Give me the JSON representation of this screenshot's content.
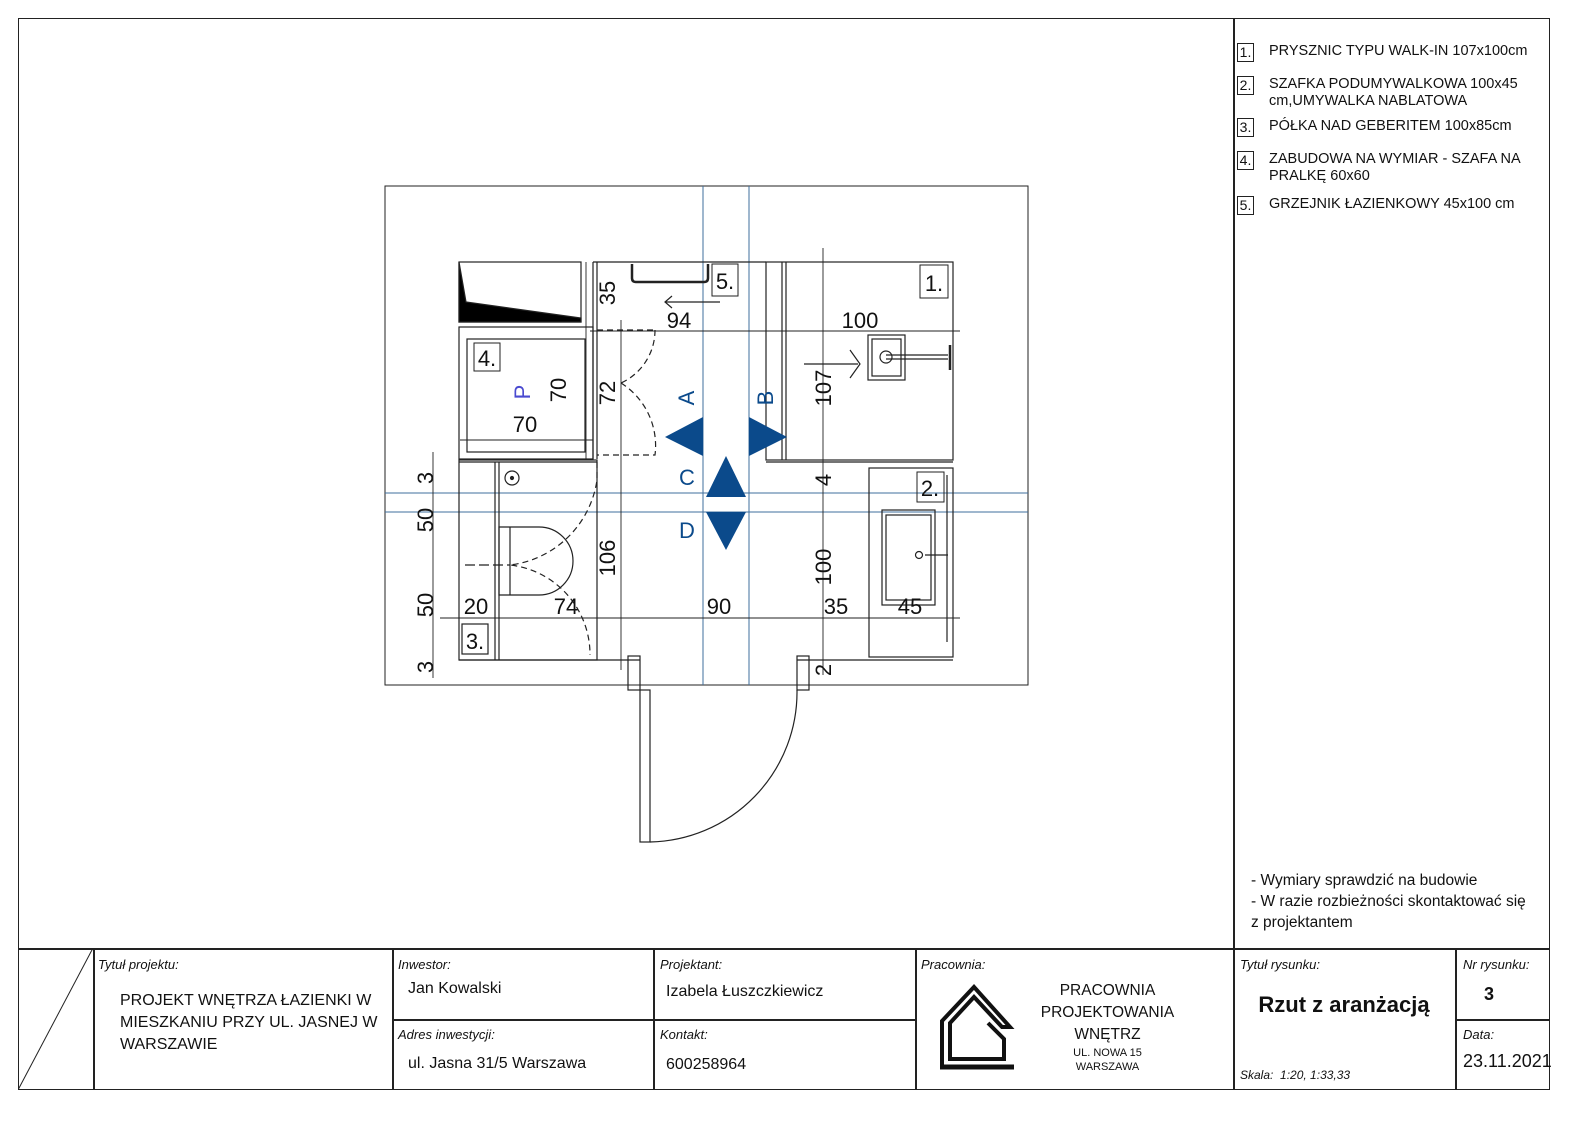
{
  "legend": [
    {
      "num": "1.",
      "text": "PRYSZNIC TYPU WALK-IN 107x100cm"
    },
    {
      "num": "2.",
      "text": "SZAFKA PODUMYWALKOWA 100x45 cm,UMYWALKA NABLATOWA"
    },
    {
      "num": "3.",
      "text": "PÓŁKA NAD GEBERITEM 100x85cm"
    },
    {
      "num": "4.",
      "text": "ZABUDOWA NA WYMIAR - SZAFA NA PRALKĘ 60x60"
    },
    {
      "num": "5.",
      "text": "GRZEJNIK ŁAZIENKOWY 45x100 cm"
    }
  ],
  "notes": [
    "- Wymiary sprawdzić na budowie",
    "- W razie rozbieżności skontaktować się",
    "z projektantem"
  ],
  "plan": {
    "item_labels": {
      "one": "1.",
      "two": "2.",
      "three": "3.",
      "four": "4.",
      "five": "5."
    },
    "section_labels": {
      "a": "A",
      "b": "B",
      "c": "C",
      "d": "D"
    },
    "washer_mark": "P",
    "dims": {
      "d35_top": "35",
      "d94": "94",
      "d100_top": "100",
      "d107": "107",
      "d72": "72",
      "d70_v": "70",
      "d70_h": "70",
      "d3_a": "3",
      "d50_a": "50",
      "d50_b": "50",
      "d3_b": "3",
      "d4": "4",
      "d106": "106",
      "d100_v": "100",
      "d20": "20",
      "d74": "74",
      "d90": "90",
      "d35_bot": "35",
      "d45": "45",
      "d2": "2"
    },
    "colors": {
      "section": "#0b4a8b",
      "grid": "#3f6f9e",
      "washer": "#4a4ad0"
    }
  },
  "title_block": {
    "project_title_label": "Tytuł projektu:",
    "project_title": "PROJEKT WNĘTRZA ŁAZIENKI W MIESZKANIU PRZY UL. JASNEJ W WARSZAWIE",
    "investor_label": "Inwestor:",
    "investor": "Jan Kowalski",
    "address_label": "Adres inwestycji:",
    "address": "ul. Jasna 31/5 Warszawa",
    "designer_label": "Projektant:",
    "designer": "Izabela Łuszczkiewicz",
    "contact_label": "Kontakt:",
    "contact": "600258964",
    "studio_label": "Pracownia:",
    "studio_name_1": "PRACOWNIA",
    "studio_name_2": "PROJEKTOWANIA",
    "studio_name_3": "WNĘTRZ",
    "studio_addr_1": "UL. NOWA 15",
    "studio_addr_2": "WARSZAWA",
    "drawing_title_label": "Tytuł rysunku:",
    "drawing_title": "Rzut z aranżacją",
    "scale_label": "Skala:",
    "scale": "1:20, 1:33,33",
    "drawing_no_label": "Nr rysunku:",
    "drawing_no": "3",
    "date_label": "Data:",
    "date": "23.11.2021"
  }
}
